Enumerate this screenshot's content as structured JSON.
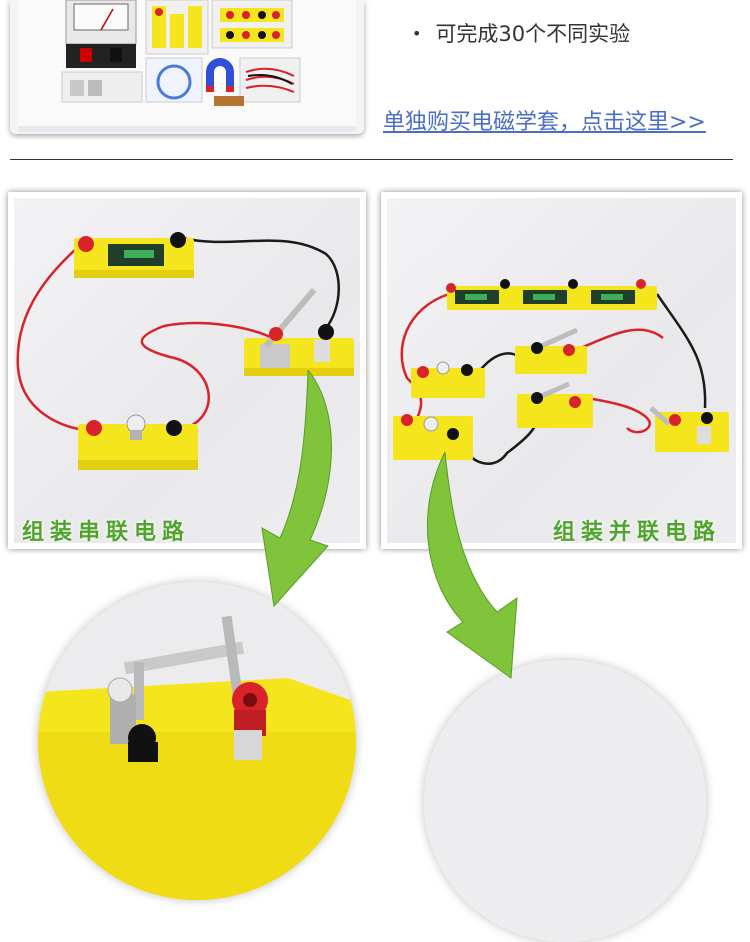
{
  "bullet": {
    "text": "可完成30个不同实验"
  },
  "purchase_link": {
    "text": "单独购买电磁学套，点击这里>>"
  },
  "circuits": {
    "series_caption": "组装串联电路",
    "parallel_caption": "组装并联电路"
  },
  "colors": {
    "link": "#4a6ec8",
    "caption": "#4fa52c",
    "component_yellow": "#f5e51c",
    "wire_red": "#d8232a",
    "wire_black": "#1a1a1a",
    "arrow_green": "#7fc43a"
  }
}
